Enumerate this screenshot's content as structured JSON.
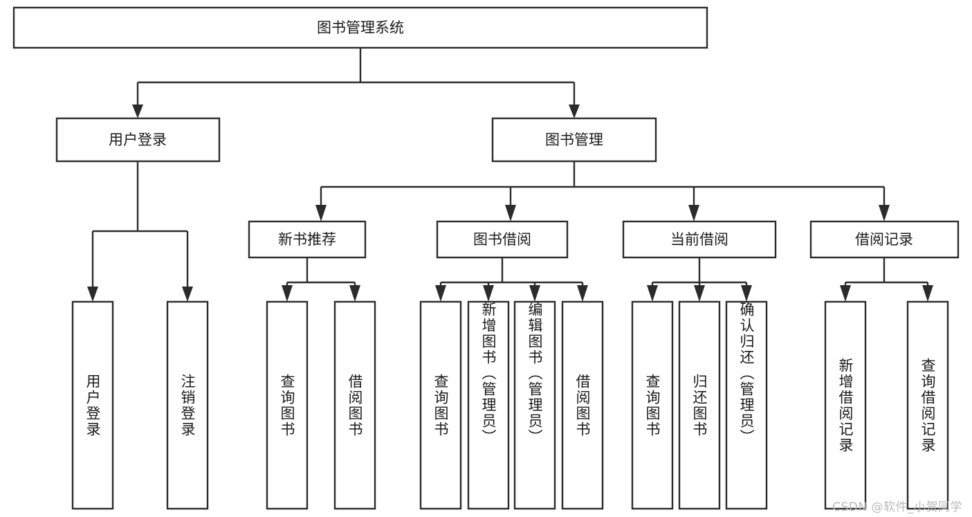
{
  "diagram": {
    "type": "tree",
    "title": "图书管理系统",
    "root": {
      "label": "图书管理系统"
    },
    "level2": [
      {
        "label": "用户登录"
      },
      {
        "label": "图书管理"
      }
    ],
    "level3": [
      {
        "label": "新书推荐"
      },
      {
        "label": "图书借阅"
      },
      {
        "label": "当前借阅"
      },
      {
        "label": "借阅记录"
      }
    ],
    "leaves": {
      "user_login": [
        {
          "label": "用户登录"
        },
        {
          "label": "注销登录"
        }
      ],
      "new_book_recommend": [
        {
          "label": "查询图书"
        },
        {
          "label": "借阅图书"
        }
      ],
      "book_borrow": [
        {
          "label": "查询图书"
        },
        {
          "label": "新增图书（管理员）"
        },
        {
          "label": "编辑图书（管理员）"
        },
        {
          "label": "借阅图书"
        }
      ],
      "current_borrow": [
        {
          "label": "查询图书"
        },
        {
          "label": "归还图书"
        },
        {
          "label": "确认归还（管理员）"
        }
      ],
      "borrow_record": [
        {
          "label": "新增借阅记录"
        },
        {
          "label": "查询借阅记录"
        }
      ]
    }
  },
  "watermark": {
    "text": "CSDN @软件_小贺同学"
  },
  "colors": {
    "stroke": "#2b2b2b",
    "box_fill": "#ffffff",
    "text": "#1a1a1a",
    "watermark": "#b9b9b9",
    "background": "#ffffff"
  }
}
